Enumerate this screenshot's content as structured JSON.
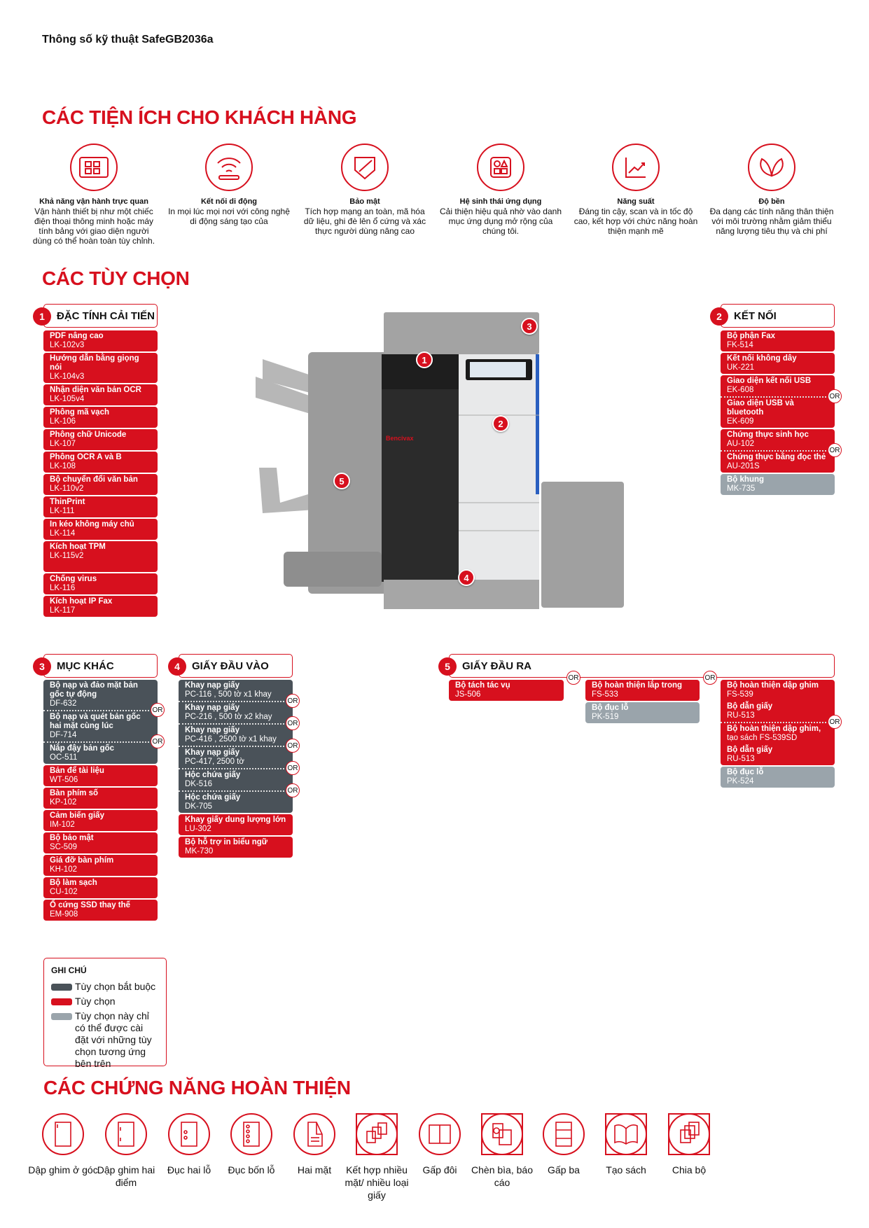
{
  "doc_title": "Thông số kỹ thuật SafeGB2036a",
  "benefits": {
    "heading": "CÁC TIỆN ÍCH CHO KHÁCH HÀNG",
    "items": [
      {
        "icon": "tablet-icon",
        "title": "Khả năng vận hành trực quan",
        "text": "Vận hành thiết bị như một chiếc điện thoại thông minh hoặc máy tính bảng với giao diện người dùng có thể hoàn toàn tùy chỉnh."
      },
      {
        "icon": "wireless-icon",
        "title": "Kết nối di động",
        "text": "In mọi lúc mọi nơi với công nghệ di động sáng tạo của"
      },
      {
        "icon": "shield-icon",
        "title": "Bảo mật",
        "text": "Tích hợp mạng an toàn, mã hóa dữ liệu, ghi đè lên ổ cứng và xác thực người dùng nâng cao"
      },
      {
        "icon": "apps-icon",
        "title": "Hệ sinh thái ứng dụng",
        "text": "Cải thiện hiệu quả nhờ vào danh mục ứng dụng mở rộng của chúng tôi."
      },
      {
        "icon": "growth-chart-icon",
        "title": "Năng suất",
        "text": "Đáng tin cậy, scan và in tốc độ cao, kết hợp với chức năng hoàn thiện mạnh mẽ"
      },
      {
        "icon": "leaf-icon",
        "title": "Độ bền",
        "text": "Đa dạng các tính năng thân thiện với môi trường nhằm giảm thiểu năng lượng tiêu thụ và chi phí"
      }
    ]
  },
  "options": {
    "heading": "CÁC TÙY CHỌN",
    "or_label": "OR",
    "sections": [
      {
        "num": "1",
        "title": "ĐẶC TÍNH CẢI TIẾN",
        "columns": [
          [
            [
              {
                "name": "PDF nâng cao",
                "code": "LK-102v3",
                "type": "optional"
              }
            ],
            [
              {
                "name": "Hướng dẫn bằng giọng nói",
                "code": "LK-104v3",
                "type": "optional"
              }
            ],
            [
              {
                "name": "Nhận diện văn bản OCR",
                "code": "LK-105v4",
                "type": "optional"
              }
            ],
            [
              {
                "name": "Phông mã vạch",
                "code": "LK-106",
                "type": "optional"
              }
            ],
            [
              {
                "name": "Phông chữ Unicode",
                "code": "LK-107",
                "type": "optional"
              }
            ],
            [
              {
                "name": "Phông OCR  A và B",
                "code": "LK-108",
                "type": "optional"
              }
            ],
            [
              {
                "name": "Bộ chuyển đổi văn bản",
                "code": "LK-110v2",
                "type": "optional"
              }
            ],
            [
              {
                "name": "ThinPrint",
                "code": "LK-111",
                "type": "optional"
              }
            ],
            [
              {
                "name": "In kéo không máy chủ",
                "code": "LK-114",
                "type": "optional"
              }
            ],
            [
              {
                "name": "Kích hoạt TPM",
                "code": "LK-115v2",
                "type": "optional",
                "tall": true
              }
            ],
            [
              {
                "name": "Chống virus",
                "code": "LK-116",
                "type": "optional"
              }
            ],
            [
              {
                "name": "Kích hoạt IP Fax",
                "code": "LK-117",
                "type": "optional"
              }
            ]
          ]
        ]
      },
      {
        "num": "2",
        "title": "KẾT NỐI",
        "columns": [
          [
            [
              {
                "name": "Bộ phận Fax",
                "code": "FK-514",
                "type": "optional"
              }
            ],
            [
              {
                "name": "Kết nối không dây",
                "code": "UK-221",
                "type": "optional"
              }
            ],
            [
              {
                "name": "Giao diện kết nối USB",
                "code": "EK-608",
                "type": "optional"
              },
              {
                "name": "Giao diện USB và bluetooth",
                "code": "EK-609",
                "type": "optional",
                "or_before": true
              }
            ],
            [
              {
                "name": "Chứng thực sinh học",
                "code": "AU-102",
                "type": "optional"
              },
              {
                "name": "Chứng thực bằng đọc thẻ",
                "code": "AU-201S",
                "type": "optional",
                "or_before": true
              },
              {
                "name": "Bộ khung",
                "code": "MK-735",
                "type": "conditional"
              }
            ]
          ]
        ]
      },
      {
        "num": "3",
        "title": "MỤC KHÁC",
        "columns": [
          [
            [
              {
                "name": "Bộ nạp và đảo mặt bản gốc tự động",
                "code": "DF-632",
                "type": "required"
              },
              {
                "name": "Bộ nạp và quét bản gốc hai mặt cùng lúc",
                "code": "DF-714",
                "type": "required",
                "or_before": true
              },
              {
                "name": "Nắp đậy bản gốc",
                "code": "OC-511",
                "type": "required",
                "or_before": true
              }
            ],
            [
              {
                "name": "Bản để tài liệu",
                "code": "WT-506",
                "type": "optional"
              }
            ],
            [
              {
                "name": "Bàn phím số",
                "code": "KP-102",
                "type": "optional"
              }
            ],
            [
              {
                "name": "Cảm biến giấy",
                "code": "IM-102",
                "type": "optional"
              }
            ],
            [
              {
                "name": "Bộ bảo mật",
                "code": "SC-509",
                "type": "optional"
              }
            ],
            [
              {
                "name": "Giá đỡ bàn phím",
                "code": "KH-102",
                "type": "optional"
              }
            ],
            [
              {
                "name": "Bộ làm sạch",
                "code": "CU-102",
                "type": "optional"
              }
            ],
            [
              {
                "name": "Ổ cứng SSD thay thế",
                "code": "EM-908",
                "type": "optional"
              }
            ]
          ]
        ]
      },
      {
        "num": "4",
        "title": "GIẤY ĐẦU VÀO",
        "columns": [
          [
            [
              {
                "name": "Khay nạp giấy",
                "code": "PC-116 , 500 tờ x1 khay",
                "type": "required"
              },
              {
                "name": "Khay nạp giấy",
                "code": "PC-216 , 500 tờ x2 khay",
                "type": "required",
                "or_before": true
              },
              {
                "name": "Khay nạp giấy",
                "code": "PC-416 , 2500 tờ x1 khay",
                "type": "required",
                "or_before": true
              },
              {
                "name": "Khay nạp giấy",
                "code": "PC-417, 2500 tờ",
                "type": "required",
                "or_before": true
              },
              {
                "name": "Hộc chứa giấy",
                "code": "DK-516",
                "type": "required",
                "or_before": true
              },
              {
                "name": "Hộc chứa giấy",
                "code": "DK-705",
                "type": "required",
                "or_before": true
              }
            ],
            [
              {
                "name": "Khay giấy dung lượng lớn",
                "code": "LU-302",
                "type": "optional"
              }
            ],
            [
              {
                "name": "Bộ hỗ trợ in biểu ngữ",
                "code": "MK-730",
                "type": "optional"
              }
            ]
          ]
        ]
      },
      {
        "num": "5",
        "title": "GIẤY ĐẦU RA",
        "columns": [
          [
            [
              {
                "name": "Bộ tách tác vụ",
                "code": "JS-506",
                "type": "optional"
              }
            ]
          ],
          [
            [
              {
                "name": "Bộ hoàn thiện lắp trong",
                "code": "FS-533",
                "type": "optional"
              },
              {
                "name": "Bộ đục lỗ",
                "code": "PK-519",
                "type": "conditional"
              }
            ]
          ],
          [
            [
              {
                "name": "Bộ hoàn thiện dập ghim",
                "code": "FS-539",
                "type": "optional"
              },
              {
                "name": "Bộ dẫn giấy",
                "code": "RU-513",
                "type": "optional",
                "joined": true
              },
              {
                "name": "Bộ hoàn thiện dập ghim,",
                "code": "tạo sách FS-539SD",
                "type": "optional",
                "or_before": true
              },
              {
                "name": "Bộ dẫn giấy",
                "code": "RU-513",
                "type": "optional",
                "joined": true
              },
              {
                "name": "Bộ đục lỗ",
                "code": "PK-524",
                "type": "conditional"
              }
            ]
          ]
        ]
      }
    ]
  },
  "legend": {
    "title": "GHI CHÚ",
    "items": [
      {
        "label": "Tùy chọn bắt buộc",
        "color": "#4a5259"
      },
      {
        "label": "Tùy chọn",
        "color": "#d7101e"
      },
      {
        "label": "Tùy chọn này chỉ có thể được cài đặt với những tùy chọn tương ứng bên trên",
        "color": "#9aa4ab"
      }
    ]
  },
  "printer": {
    "brand": "Bencivax",
    "callouts": [
      "1",
      "2",
      "3",
      "4",
      "5"
    ]
  },
  "finishing": {
    "heading": "CÁC CHỨNG NĂNG HOÀN THIỆN",
    "items": [
      {
        "label": "Dập ghim ở góc",
        "icon": "corner-staple-icon"
      },
      {
        "label": "Dập ghim hai điểm",
        "icon": "two-point-staple-icon"
      },
      {
        "label": "Đục hai lỗ",
        "icon": "two-hole-punch-icon"
      },
      {
        "label": "Đục bốn lỗ",
        "icon": "four-hole-punch-icon"
      },
      {
        "label": "Hai mặt",
        "icon": "duplex-icon"
      },
      {
        "label": "Kết hợp nhiều mặt/ nhiều loại giấy",
        "icon": "mixed-media-icon"
      },
      {
        "label": "Gấp đôi",
        "icon": "half-fold-icon"
      },
      {
        "label": "Chèn bìa, báo cáo",
        "icon": "cover-insert-icon"
      },
      {
        "label": "Gấp ba",
        "icon": "tri-fold-icon"
      },
      {
        "label": "Tạo sách",
        "icon": "booklet-icon"
      },
      {
        "label": "Chia bộ",
        "icon": "sort-icon"
      }
    ]
  },
  "colors": {
    "accent": "#d7101e",
    "required": "#4a5259",
    "conditional": "#9aa4ab"
  }
}
